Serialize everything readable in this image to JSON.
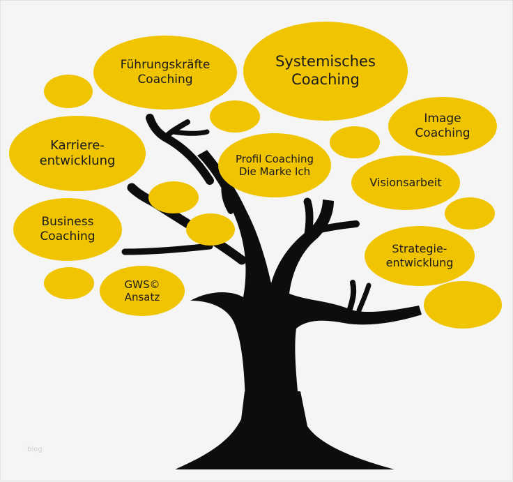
{
  "colors": {
    "bubble": "#f0c400",
    "trunk": "#0d0d0d",
    "background": "#f5f5f5",
    "text": "#1a1a1a"
  },
  "topics": [
    {
      "id": "fuehrungskraefte-coaching",
      "label": "Führungskräfte\nCoaching"
    },
    {
      "id": "systemisches-coaching",
      "label": "Systemisches\nCoaching"
    },
    {
      "id": "karriereentwicklung",
      "label": "Karriere-\nentwicklung"
    },
    {
      "id": "image-coaching",
      "label": "Image\nCoaching"
    },
    {
      "id": "profil-coaching",
      "label": "Profil Coaching\nDie Marke Ich"
    },
    {
      "id": "visionsarbeit",
      "label": "Visionsarbeit"
    },
    {
      "id": "business-coaching",
      "label": "Business\nCoaching"
    },
    {
      "id": "strategieentwicklung",
      "label": "Strategie-\nentwicklung"
    },
    {
      "id": "gws-ansatz",
      "label": "GWS©\nAnsatz"
    }
  ],
  "watermark": "blog"
}
